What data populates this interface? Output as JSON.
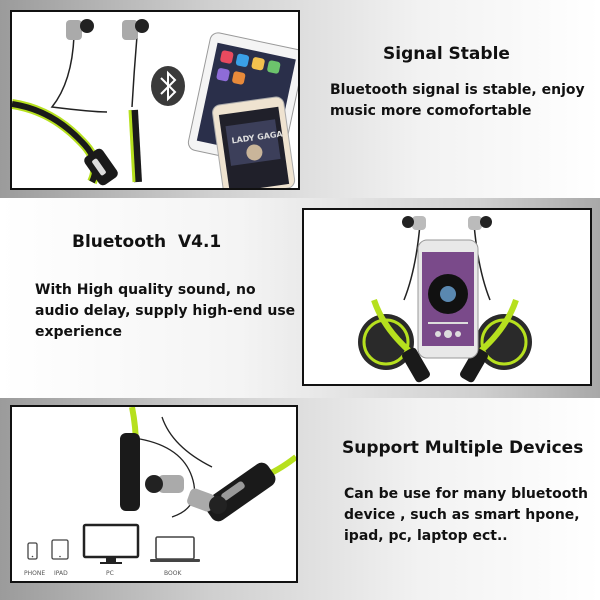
{
  "sections": [
    {
      "heading": "Signal Stable",
      "text": "Bluetooth signal is stable, enjoy music more comofortable",
      "photo_screen_text": "LADY GAGA"
    },
    {
      "heading": "Bluetooth  V4.1",
      "text": "With High quality sound, no audio delay, supply high-end use experience"
    },
    {
      "heading": "Support Multiple Devices",
      "text": "Can be use for many bluetooth device , such as smart hpone, ipad, pc, laptop ect..",
      "devices": [
        "PHONE",
        "IPAD",
        "PC",
        "BOOK"
      ]
    }
  ],
  "colors": {
    "accent_green": "#b6e01e",
    "dark": "#1a1a1a",
    "bluetooth_badge": "#3a3a3a"
  },
  "icons": [
    "bluetooth-icon",
    "phone-icon",
    "tablet-icon",
    "pc-icon",
    "laptop-icon"
  ]
}
